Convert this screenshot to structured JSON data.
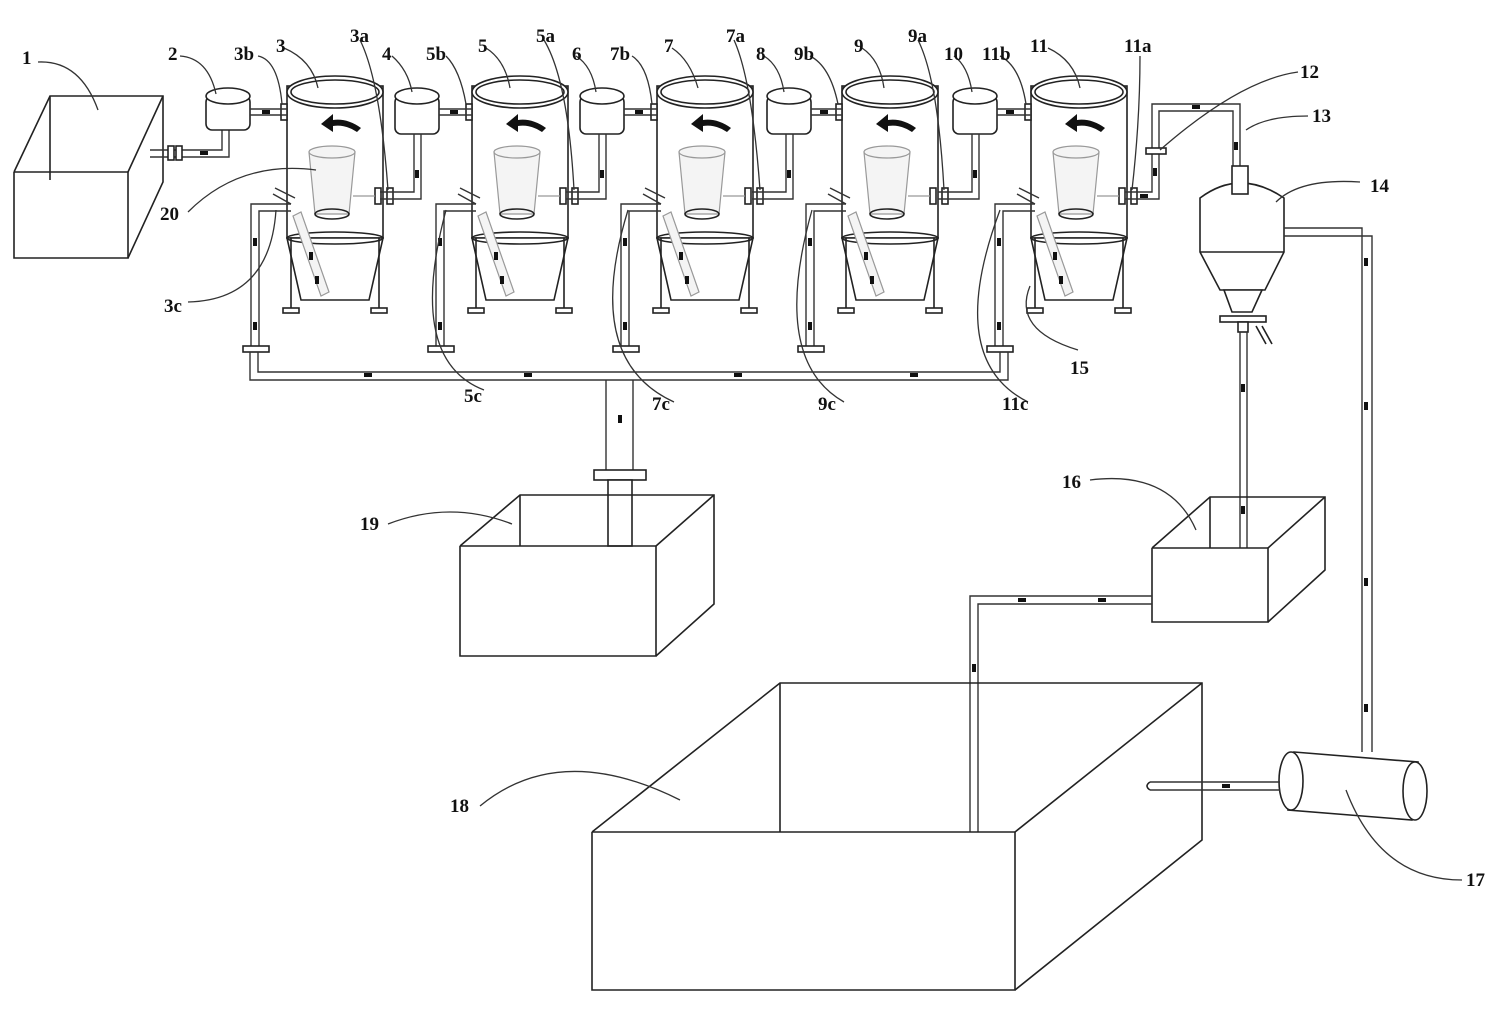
{
  "labels": {
    "l1": "1",
    "l2": "2",
    "l3b": "3b",
    "l3": "3",
    "l3a": "3a",
    "l4": "4",
    "l5b": "5b",
    "l5": "5",
    "l5a": "5a",
    "l6": "6",
    "l7b": "7b",
    "l7": "7",
    "l7a": "7a",
    "l8": "8",
    "l9b": "9b",
    "l9": "9",
    "l9a": "9a",
    "l10": "10",
    "l11b": "11b",
    "l11": "11",
    "l11a": "11a",
    "l12": "12",
    "l13": "13",
    "l14": "14",
    "l15": "15",
    "l16": "16",
    "l17": "17",
    "l18": "18",
    "l19": "19",
    "l20": "20",
    "l3c": "3c",
    "l5c": "5c",
    "l7c": "7c",
    "l9c": "9c",
    "l11c": "11c"
  },
  "colors": {
    "stroke": "#222222",
    "background": "#ffffff"
  }
}
